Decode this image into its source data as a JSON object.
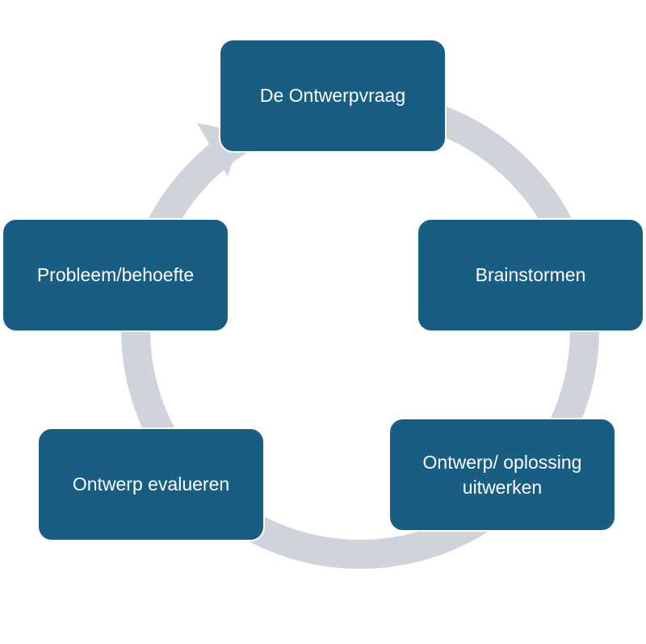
{
  "colors": {
    "node_fill": "#185e82",
    "node_text": "#ffffff",
    "ring": "#cfd3da",
    "background": "#ffffff"
  },
  "diagram": {
    "type": "cycle",
    "direction": "clockwise",
    "steps": [
      {
        "label": "De Ontwerpvraag"
      },
      {
        "label": "Brainstormen"
      },
      {
        "label": "Ontwerp/ oplossing uitwerken"
      },
      {
        "label": "Ontwerp evalueren"
      },
      {
        "label": "Probleem/behoefte"
      }
    ]
  }
}
